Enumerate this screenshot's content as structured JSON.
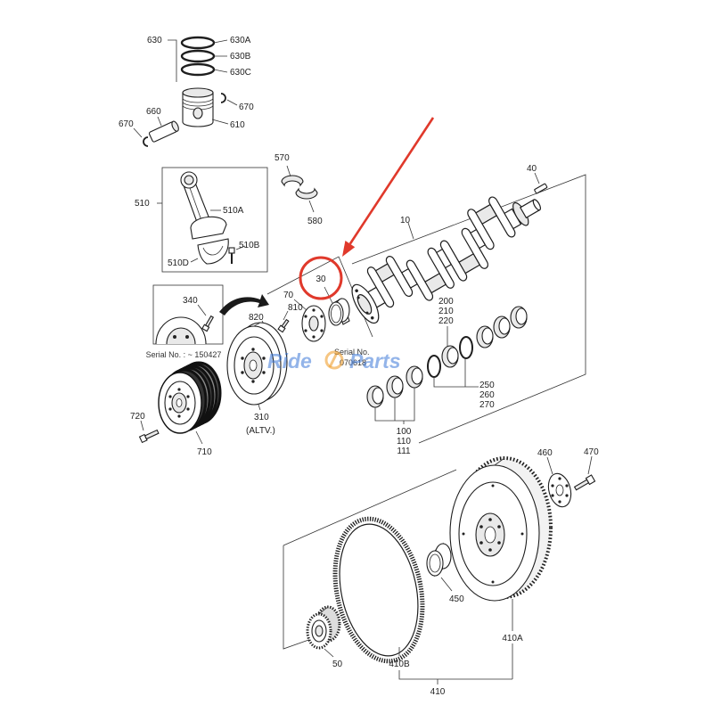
{
  "parts": {
    "p630": "630",
    "p630a": "630A",
    "p630b": "630B",
    "p630c": "630C",
    "p660": "660",
    "p670_left": "670",
    "p670_right": "670",
    "p610": "610",
    "p570": "570",
    "p580": "580",
    "p510": "510",
    "p510a": "510A",
    "p510d": "510D",
    "p510b": "510B",
    "p40": "40",
    "p10": "10",
    "p30": "30",
    "p70": "70",
    "p340": "340",
    "p810": "810",
    "p820": "820",
    "p200": "200",
    "p210": "210",
    "p220": "220",
    "p250": "250",
    "p260": "260",
    "p270": "270",
    "p100": "100",
    "p110": "110",
    "p111": "111",
    "p720": "720",
    "p710": "710",
    "p310": "310",
    "p310_note": "(ALTV.)",
    "p460": "460",
    "p470": "470",
    "p450": "450",
    "p410a": "410A",
    "p410b": "410B",
    "p410": "410",
    "p50": "50"
  },
  "serial_notes": {
    "damper_box": "Serial No. : ~ 150427",
    "plate_label": "Serial No.",
    "plate_value": "070618"
  },
  "highlight": {
    "color": "#e0392b"
  },
  "watermark": {
    "brand_left": "Ride",
    "brand_right": "Parts",
    "color": "#3b78d8",
    "accent": "#f0a030"
  }
}
